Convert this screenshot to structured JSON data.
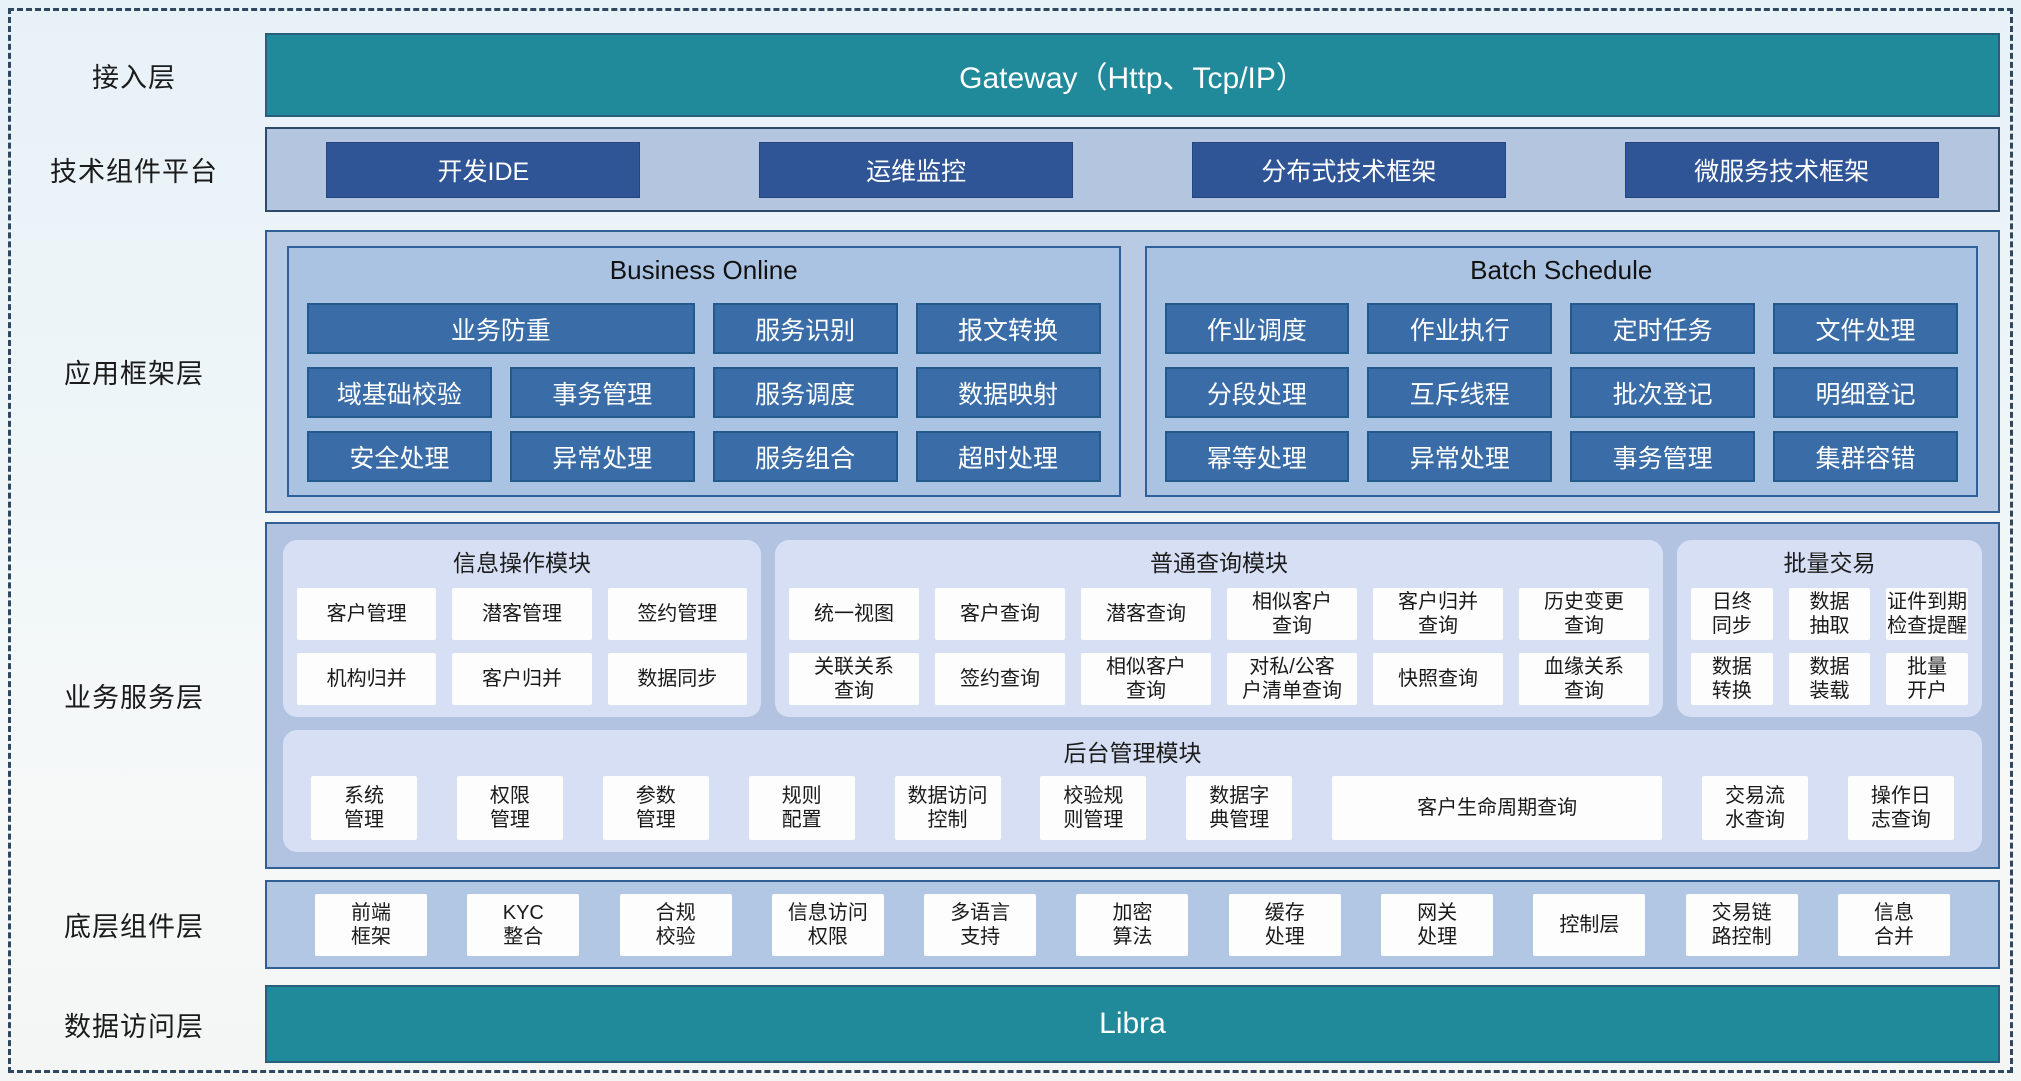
{
  "colors": {
    "teal_bar": "#20899A",
    "dark_blue_button": "#2F5597",
    "steel_blue_button": "#3A6DA8",
    "container_blue": "#B4C6DF",
    "module_panel": "#D6DFF3",
    "cell_white": "#FDFDFE",
    "dashed_border": "#2F4860"
  },
  "layers": {
    "access": {
      "label": "接入层",
      "bar_text": "Gateway（Http、Tcp/IP）"
    },
    "tech_platform": {
      "label": "技术组件平台",
      "buttons": [
        "开发IDE",
        "运维监控",
        "分布式技术框架",
        "微服务技术框架"
      ]
    },
    "app_framework": {
      "label": "应用框架层",
      "panels": [
        {
          "title": "Business Online",
          "rows": [
            [
              {
                "label": "业务防重",
                "span": 2
              },
              {
                "label": "服务识别"
              },
              {
                "label": "报文转换"
              }
            ],
            [
              "域基础校验",
              "事务管理",
              "服务调度",
              "数据映射"
            ],
            [
              "安全处理",
              "异常处理",
              "服务组合",
              "超时处理"
            ]
          ]
        },
        {
          "title": "Batch Schedule",
          "rows": [
            [
              "作业调度",
              "作业执行",
              "定时任务",
              "文件处理"
            ],
            [
              "分段处理",
              "互斥线程",
              "批次登记",
              "明细登记"
            ],
            [
              "幂等处理",
              "异常处理",
              "事务管理",
              "集群容错"
            ]
          ]
        }
      ]
    },
    "business_services": {
      "label": "业务服务层",
      "modules": [
        {
          "title": "信息操作模块",
          "cells": [
            "客户管理",
            "潜客管理",
            "签约管理",
            "机构归并",
            "客户归并",
            "数据同步"
          ]
        },
        {
          "title": "普通查询模块",
          "cells": [
            "统一视图",
            "客户查询",
            "潜客查询",
            "相似客户\n查询",
            "客户归并\n查询",
            "历史变更\n查询",
            "关联关系\n查询",
            "签约查询",
            "相似客户\n查询",
            "对私/公客\n户清单查询",
            "快照查询",
            "血缘关系\n查询"
          ]
        },
        {
          "title": "批量交易",
          "cells": [
            "日终\n同步",
            "数据\n抽取",
            "证件到期\n检查提醒",
            "数据\n转换",
            "数据\n装载",
            "批量\n开户"
          ]
        }
      ],
      "admin": {
        "title": "后台管理模块",
        "cells": [
          "系统\n管理",
          "权限\n管理",
          "参数\n管理",
          "规则\n配置",
          "数据访问\n控制",
          "校验规\n则管理",
          "数据字\n典管理",
          {
            "label": "客户生命周期查询",
            "wide": true
          },
          "交易流\n水查询",
          "操作日\n志查询"
        ]
      }
    },
    "base_components": {
      "label": "底层组件层",
      "cells": [
        "前端\n框架",
        "KYC\n整合",
        "合规\n校验",
        "信息访问\n权限",
        "多语言\n支持",
        "加密\n算法",
        "缓存\n处理",
        "网关\n处理",
        "控制层",
        "交易链\n路控制",
        "信息\n合并"
      ]
    },
    "data_access": {
      "label": "数据访问层",
      "bar_text": "Libra"
    }
  }
}
